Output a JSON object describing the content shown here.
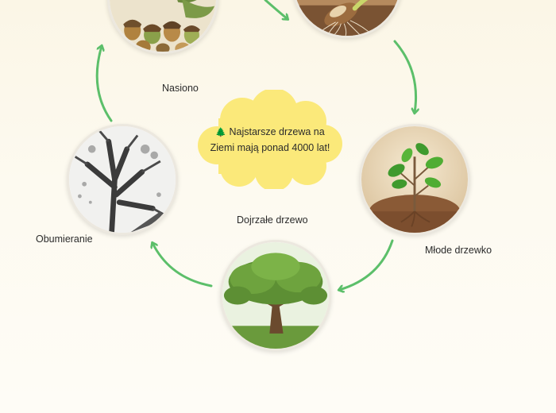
{
  "stages": [
    {
      "id": "seed",
      "label": "Nasiono",
      "icon": "acorn-cluster-image"
    },
    {
      "id": "sprout",
      "label": "",
      "icon": "germinating-seed-image"
    },
    {
      "id": "young",
      "label": "Młode drzewko",
      "icon": "young-sapling-image"
    },
    {
      "id": "mature",
      "label": "Dojrzałe drzewo",
      "icon": "mature-oak-image"
    },
    {
      "id": "dying",
      "label": "Obumieranie",
      "icon": "dying-tree-image"
    }
  ],
  "fact": {
    "icon": "🌲",
    "line1": "Najstarsze drzewa na",
    "line2": "Ziemi mają ponad 4000 lat!"
  },
  "colors": {
    "arrow": "#5cbf6a",
    "cloud": "#fbe97a",
    "ring": "#ece8df"
  }
}
